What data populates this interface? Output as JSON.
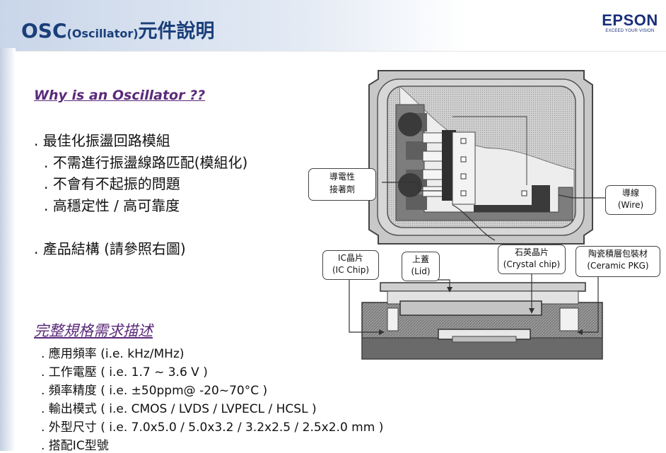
{
  "header": {
    "title_big": "OSC",
    "title_small": "(Oscillator)",
    "title_cn": "元件說明",
    "logo_text": "EPSON",
    "logo_tagline": "EXCEED YOUR VISION"
  },
  "why": {
    "heading": "Why is an Oscillator ??",
    "point1": ". 最佳化振盪回路模組",
    "sub": [
      ". 不需進行振盪線路匹配(模組化)",
      ". 不會有不起振的問題",
      ". 高穩定性 / 高可靠度"
    ],
    "point2": ". 產品結構 (請參照右圖)"
  },
  "specs": {
    "heading": "完整規格需求描述",
    "items": [
      ". 應用頻率 (i.e. kHz/MHz)",
      ". 工作電壓 ( i.e. 1.7 ~ 3.6 V )",
      ". 頻率精度 ( i.e. ±50ppm@ -20~70°C )",
      ". 輸出模式 ( i.e. CMOS / LVDS / LVPECL  / HCSL )",
      ". 外型尺寸 ( i.e. 7.0x5.0 / 5.0x3.2 / 3.2x2.5 / 2.5x2.0 mm )",
      ". 搭配IC型號"
    ]
  },
  "diagram": {
    "labels": {
      "adhesive_cn": "導電性",
      "adhesive_cn2": "接著劑",
      "wire_cn": "導線",
      "wire_en": "(Wire)",
      "ic_cn": "IC晶片",
      "ic_en": "(IC Chip)",
      "lid_cn": "上蓋",
      "lid_en": "(Lid)",
      "crystal_cn": "石英晶片",
      "crystal_en": "(Crystal chip)",
      "pkg_cn": "陶瓷積層包裝材",
      "pkg_en": "(Ceramic PKG)"
    }
  },
  "colors": {
    "title": "#1a3f7a",
    "heading_purple": "#5b2a7a",
    "logo": "#1a2f7a"
  }
}
